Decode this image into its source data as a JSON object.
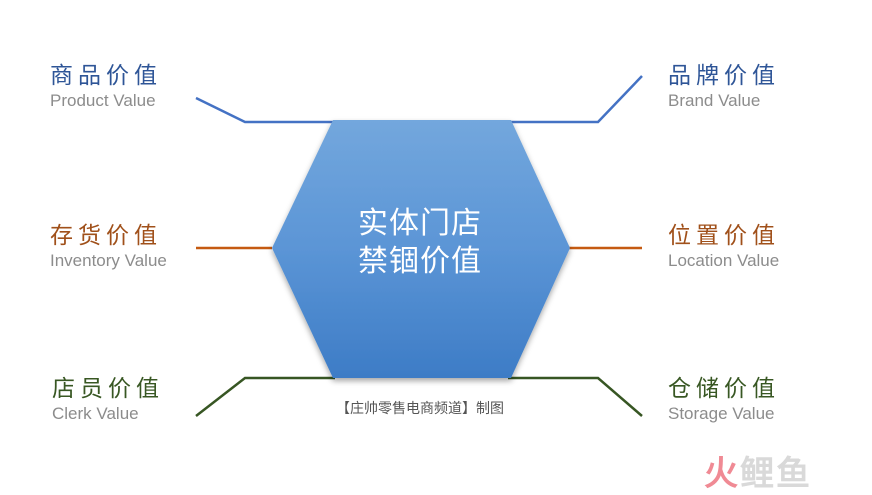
{
  "center": {
    "line1": "实体门店",
    "line2": "禁锢价值"
  },
  "labels": {
    "product": {
      "cn": "商品价值",
      "en": "Product Value"
    },
    "brand": {
      "cn": "品牌价值",
      "en": "Brand  Value"
    },
    "inventory": {
      "cn": "存货价值",
      "en": "Inventory Value"
    },
    "location": {
      "cn": "位置价值",
      "en": "Location Value"
    },
    "clerk": {
      "cn": "店员价值",
      "en": "Clerk  Value"
    },
    "storage": {
      "cn": "仓储价值",
      "en": "Storage Value"
    }
  },
  "caption": "【庄帅零售电商频道】制图",
  "watermark": {
    "part1": "火",
    "part2": "鲤鱼"
  },
  "colors": {
    "top": "#4472c4",
    "middle": "#c55a11",
    "bottom": "#375623",
    "hex_fill_top": "#6fa3da",
    "hex_fill_bottom": "#3c7cc8"
  }
}
